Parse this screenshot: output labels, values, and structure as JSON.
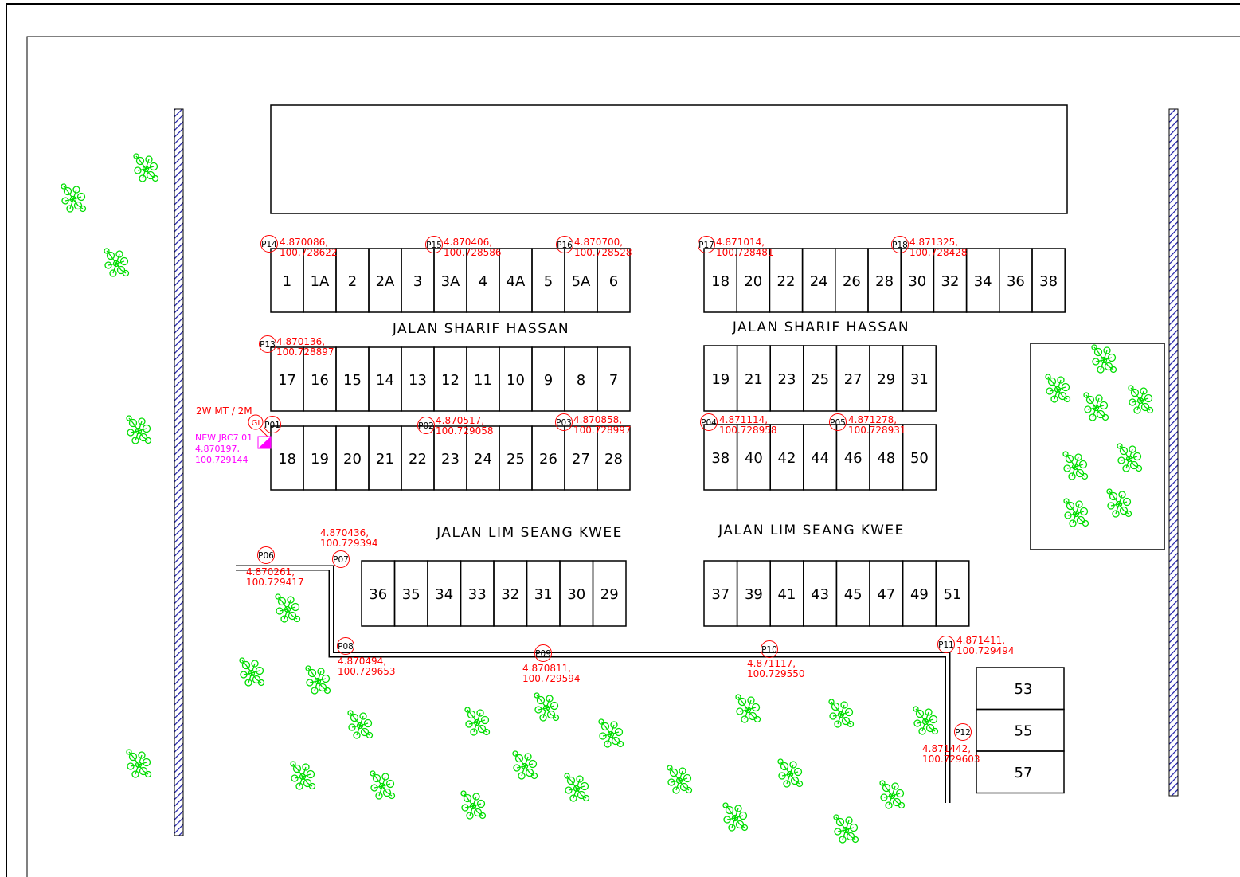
{
  "roads": [
    {
      "id": "road-sharif-hassan-west",
      "label": "JALAN SHARIF HASSAN"
    },
    {
      "id": "road-sharif-hassan-east",
      "label": "JALAN SHARIF HASSAN"
    },
    {
      "id": "road-lim-seang-kwee-west",
      "label": "JALAN LIM SEANG KWEE"
    },
    {
      "id": "road-lim-seang-kwee-east",
      "label": "JALAN LIM SEANG KWEE"
    }
  ],
  "lots": {
    "row1_west": [
      "1",
      "1A",
      "2",
      "2A",
      "3",
      "3A",
      "4",
      "4A",
      "5",
      "5A",
      "6"
    ],
    "row1_east": [
      "18",
      "20",
      "22",
      "24",
      "26",
      "28",
      "30",
      "32",
      "34",
      "36",
      "38"
    ],
    "row2_west": [
      "17",
      "16",
      "15",
      "14",
      "13",
      "12",
      "11",
      "10",
      "9",
      "8",
      "7"
    ],
    "row2_east": [
      "19",
      "21",
      "23",
      "25",
      "27",
      "29",
      "31"
    ],
    "row3_west": [
      "18",
      "19",
      "20",
      "21",
      "22",
      "23",
      "24",
      "25",
      "26",
      "27",
      "28"
    ],
    "row3_east": [
      "38",
      "40",
      "42",
      "44",
      "46",
      "48",
      "50"
    ],
    "row4_west": [
      "36",
      "35",
      "34",
      "33",
      "32",
      "31",
      "30",
      "29"
    ],
    "row4_east": [
      "37",
      "39",
      "41",
      "43",
      "45",
      "47",
      "49",
      "51"
    ],
    "corner": [
      "53",
      "55",
      "57"
    ]
  },
  "poles": [
    {
      "id": "P01",
      "lat": "",
      "lon": ""
    },
    {
      "id": "P02",
      "lat": "4.870517,",
      "lon": "100.729058"
    },
    {
      "id": "P03",
      "lat": "4.870858,",
      "lon": "100.728997"
    },
    {
      "id": "P04",
      "lat": "4.871114,",
      "lon": "100.728958"
    },
    {
      "id": "P05",
      "lat": "4.871278,",
      "lon": "100.728931"
    },
    {
      "id": "P06",
      "lat": "4.870261,",
      "lon": "100.729417"
    },
    {
      "id": "P07",
      "lat": "4.870436,",
      "lon": "100.729394"
    },
    {
      "id": "P08",
      "lat": "4.870494,",
      "lon": "100.729653"
    },
    {
      "id": "P09",
      "lat": "4.870811,",
      "lon": "100.729594"
    },
    {
      "id": "P10",
      "lat": "4.871117,",
      "lon": "100.729550"
    },
    {
      "id": "P11",
      "lat": "4.871411,",
      "lon": "100.729494"
    },
    {
      "id": "P12",
      "lat": "4.871442,",
      "lon": "100.729603"
    },
    {
      "id": "P13",
      "lat": "4.870136,",
      "lon": "100.728897"
    },
    {
      "id": "P14",
      "lat": "4.870086,",
      "lon": "100.728622"
    },
    {
      "id": "P15",
      "lat": "4.870406,",
      "lon": "100.728586"
    },
    {
      "id": "P16",
      "lat": "4.870700,",
      "lon": "100.728528"
    },
    {
      "id": "P17",
      "lat": "4.871014,",
      "lon": "100.728481"
    },
    {
      "id": "P18",
      "lat": "4.871325,",
      "lon": "100.728428"
    }
  ],
  "gi_point": {
    "label": "GI",
    "spec": "2W MT / 2M"
  },
  "new_jrc": {
    "name": "NEW JRC7 01",
    "lat": "4.870197,",
    "lon": "100.729144"
  },
  "colors": {
    "annotation": "#ff0000",
    "jrc": "#ff00ff",
    "tree": "#00dd00",
    "wall_hatch": "#1a1aa6",
    "linework": "#000000"
  }
}
